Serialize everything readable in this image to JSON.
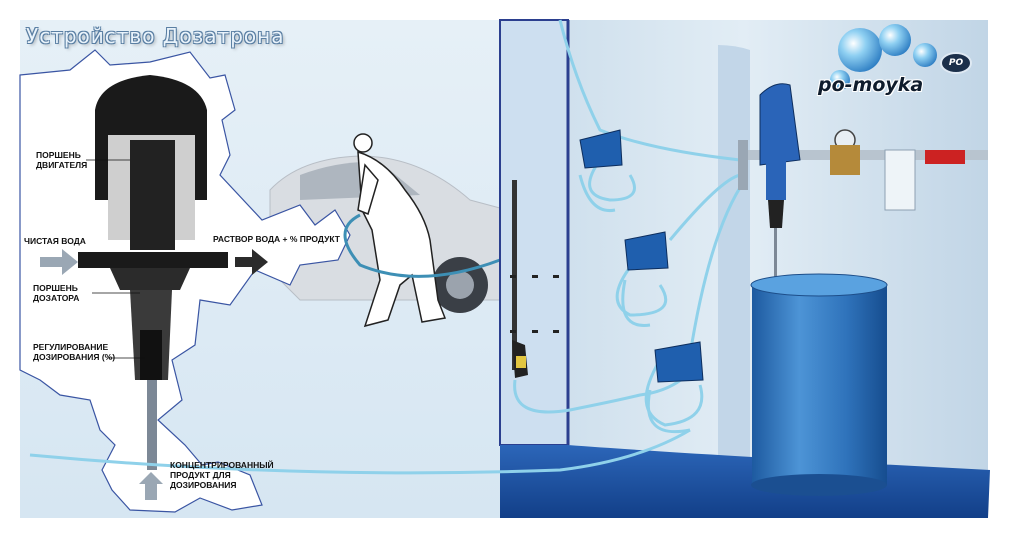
{
  "title": "Устройство Дозатрона",
  "logo": {
    "text": "po-moyka",
    "badge": "PO"
  },
  "labels": {
    "motor_piston": "ПОРШЕНЬ\nДВИГАТЕЛЯ",
    "clean_water": "ЧИСТАЯ ВОДА",
    "solution": "РАСТВОР ВОДА + % ПРОДУКТ",
    "doser_piston": "ПОРШЕНЬ\nДОЗАТОРА",
    "dosing_adjust": "РЕГУЛИРОВАНИЕ\nДОЗИРОВАНИЯ (%)",
    "concentrate": "КОНЦЕНТРИРОВАННЫЙ\nПРОДУКТ ДЛЯ\nДОЗИРОВАНИЯ"
  },
  "colors": {
    "wall_light": "#dbe8f2",
    "wall_mid": "#b9cfe2",
    "floor": "#1a4fa3",
    "hose": "#8fd1ea",
    "hose_dark": "#3d8fb5",
    "reel": "#1f5fae",
    "barrel": "#3a7fc4",
    "doser_body": "#2a64b8"
  }
}
